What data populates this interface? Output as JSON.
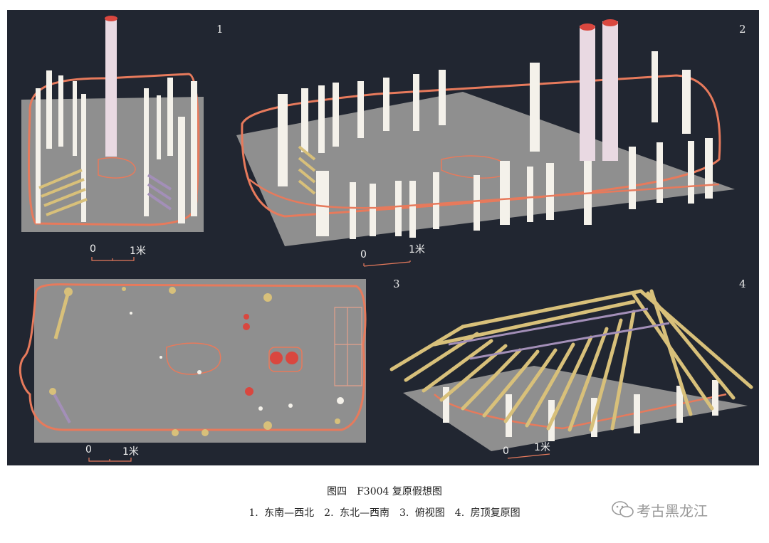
{
  "panels": [
    {
      "number": "1",
      "scale_zero": "0",
      "scale_one": "1米"
    },
    {
      "number": "2",
      "scale_zero": "0",
      "scale_one": "1米"
    },
    {
      "number": "3",
      "scale_zero": "0",
      "scale_one": "1米"
    },
    {
      "number": "4",
      "scale_zero": "0",
      "scale_one": "1米"
    }
  ],
  "caption": {
    "title": "图四　F3004 复原假想图",
    "subtitle": "1. 东南—西北　2. 东北—西南　3. 俯视图　4. 房顶复原图"
  },
  "watermark": {
    "text": "考古黑龙江",
    "icon": "wechat-logo-icon"
  },
  "colors": {
    "background": "#212631",
    "floor": "#8f8f8f",
    "outline": "#e77a5c",
    "post": "#f4f1ea",
    "beam": "#d8c07a",
    "red_post": "#d9473f"
  }
}
